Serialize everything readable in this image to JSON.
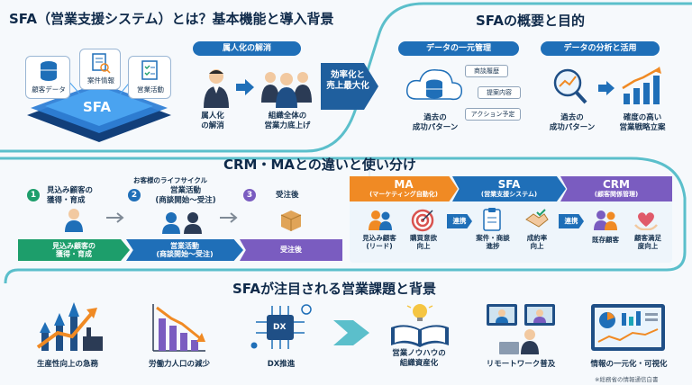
{
  "section1": {
    "title": "SFA（営業支援システム）とは？基本機能と導入背景",
    "cards": [
      "顧客データ",
      "案件情報",
      "営業活動"
    ],
    "platform_label": "SFA",
    "issue_header": "属人化の解消",
    "before_label": "属人化\nの解消",
    "after_label": "組織全体の\n営業力底上げ",
    "arrow_label": "効率化と\n売上最大化"
  },
  "section2": {
    "title": "SFAの概要と目的",
    "left_header": "データの一元管理",
    "right_header": "データの分析と活用",
    "tags": [
      "商談履歴",
      "提案内容",
      "アクション予定"
    ],
    "left_caption": "過去の\n成功パターン",
    "mid_caption": "過去の\n成功パターン",
    "right_caption": "確度の高い\n営業戦略立案"
  },
  "section3": {
    "title": "CRM・MAとの違いと使い分け",
    "lifecycle_label": "お客様のライフサイクル",
    "steps": [
      {
        "num": "1",
        "label": "見込み顧客の\n獲得・育成",
        "band": "見込み顧客の\n獲得・育成"
      },
      {
        "num": "2",
        "label": "営業活動\n(商談開始〜受注)",
        "band": "営業活動\n(商談開始〜受注)"
      },
      {
        "num": "3",
        "label": "受注後",
        "band": "受注後"
      }
    ],
    "ma": {
      "name": "MA",
      "sub": "(マーケティング自動化)",
      "items": [
        "見込み顧客\n(リード)",
        "購買意欲\n向上"
      ]
    },
    "sfa": {
      "name": "SFA",
      "sub": "(営業支援システム)",
      "items": [
        "案件・商談\n進捗",
        "成約率\n向上"
      ]
    },
    "crm": {
      "name": "CRM",
      "sub": "(顧客関係管理)",
      "items": [
        "既存顧客",
        "顧客満足\n度向上"
      ]
    },
    "link_label": "連携"
  },
  "section4": {
    "title": "SFAが注目される営業課題と背景",
    "items": [
      "生産性向上の急務",
      "労働力人口の減少",
      "DX推進",
      "営業ノウハウの\n組織資産化",
      "リモートワーク普及",
      "情報の一元化・可視化"
    ],
    "dx_label": "DX",
    "source": "※総務省の情報通信白書"
  },
  "colors": {
    "navy": "#0f2a4a",
    "blue": "#1f6fb8",
    "teal": "#1aa6b7",
    "orange": "#f08a24",
    "purple": "#7a5cc0",
    "green": "#1d9e6b"
  }
}
